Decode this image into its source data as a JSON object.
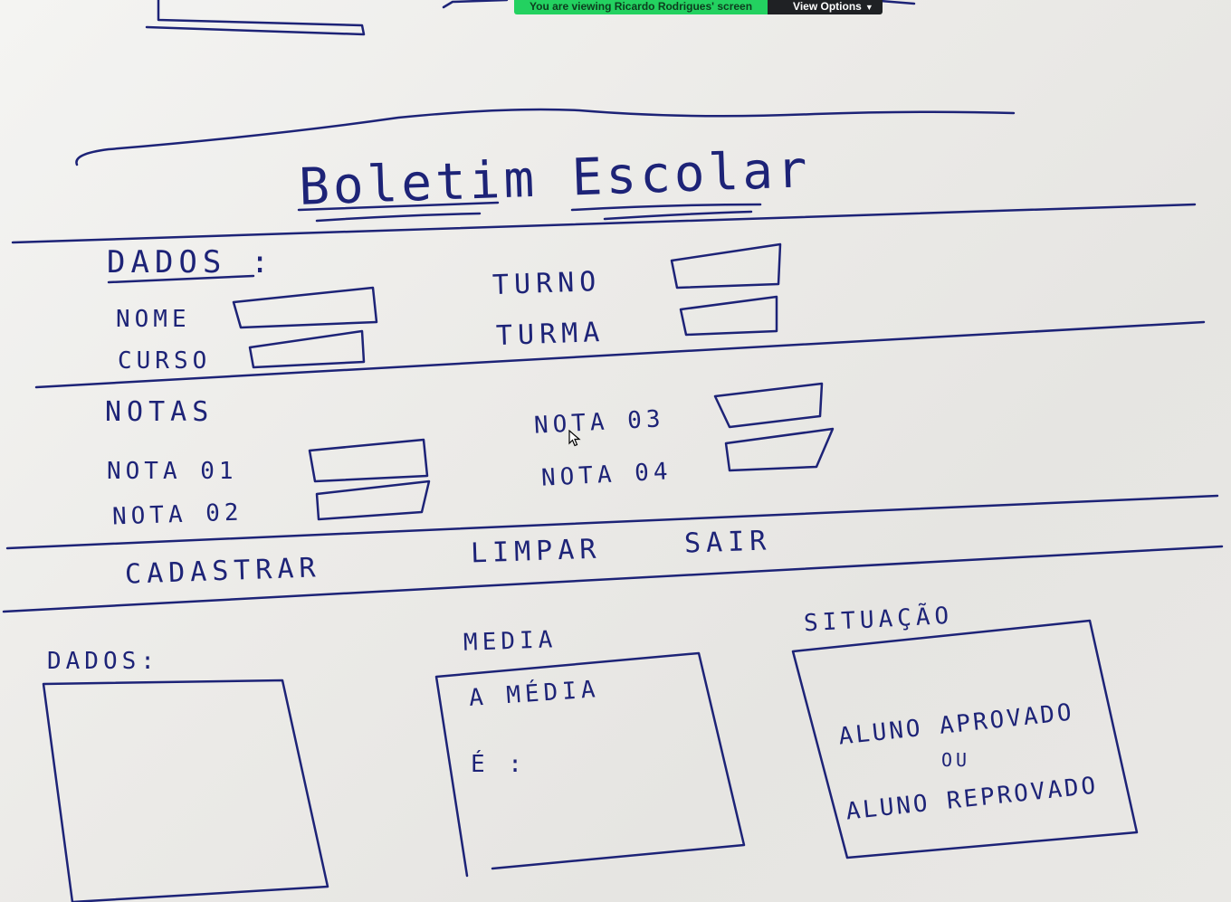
{
  "zoom_bar": {
    "viewing_text": "You are viewing Ricardo Rodrigues' screen",
    "view_options_label": "View Options",
    "accent_color": "#23d160",
    "icon": "chevron-down-icon"
  },
  "sketch": {
    "title": "Boletim Escolar",
    "dados_section": {
      "heading": "DADOS :",
      "fields": {
        "nome": "NOME",
        "curso": "CURSO",
        "turno": "TURNO",
        "turma": "TURMA"
      }
    },
    "notas_section": {
      "heading": "NOTAS",
      "fields": {
        "nota01": "NOTA 01",
        "nota02": "NOTA 02",
        "nota03": "NOTA 03",
        "nota04": "NOTA 04"
      }
    },
    "buttons": {
      "cadastrar": "CADASTRAR",
      "limpar": "LIMPAR",
      "sair": "SAIR"
    },
    "output_section": {
      "dados_label": "DADOS:",
      "media_label": "MEDIA",
      "media_text_line1": "A MÉDIA",
      "media_text_line2": "É :",
      "situacao_label": "SITUAÇÃO",
      "situacao_line1": "ALUNO APROVADO",
      "situacao_or": "OU",
      "situacao_line2": "ALUNO REPROVADO"
    },
    "ink_color": "#1d2377"
  }
}
